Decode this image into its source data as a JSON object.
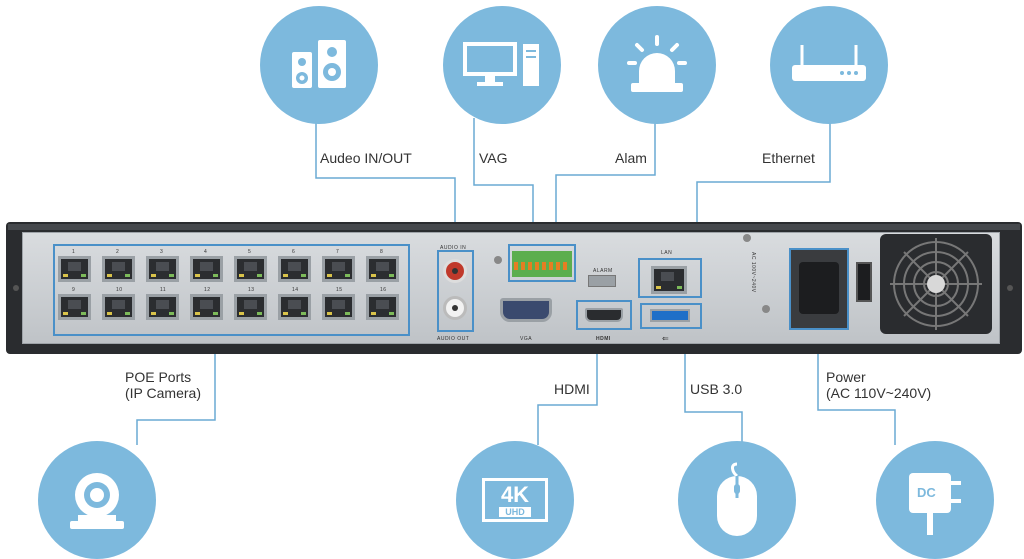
{
  "labels": {
    "audio": "Audeo IN/OUT",
    "vga": "VAG",
    "alarm": "Alam",
    "ethernet": "Ethernet",
    "poe_line1": "POE Ports",
    "poe_line2": "(IP Camera)",
    "hdmi": "HDMI",
    "usb": "USB 3.0",
    "power_line1": "Power",
    "power_line2": "(AC 110V~240V)"
  },
  "panel_text": {
    "audio_in": "AUDIO IN",
    "audio_out": "AUDIO OUT",
    "alarm": "ALARM",
    "vga": "VGA",
    "hdmi": "HDMI",
    "lan": "LAN",
    "usb": "⇐",
    "ac_rating": "AC 100V~240V",
    "uhd_4k": "4K",
    "uhd_sub": "UHD",
    "dc": "DC"
  },
  "port_numbers": [
    "1",
    "2",
    "3",
    "4",
    "5",
    "6",
    "7",
    "8",
    "9",
    "10",
    "11",
    "12",
    "13",
    "14",
    "15",
    "16"
  ],
  "icons": [
    "speakers-icon",
    "monitor-icon",
    "alarm-light-icon",
    "router-icon",
    "ip-camera-icon",
    "4k-uhd-icon",
    "mouse-icon",
    "dc-adapter-icon"
  ],
  "colors": {
    "circle": "#7db9dd",
    "connector_line": "#6aaad4",
    "highlight": "#4a90c8",
    "chassis": "#2a2c2f"
  }
}
